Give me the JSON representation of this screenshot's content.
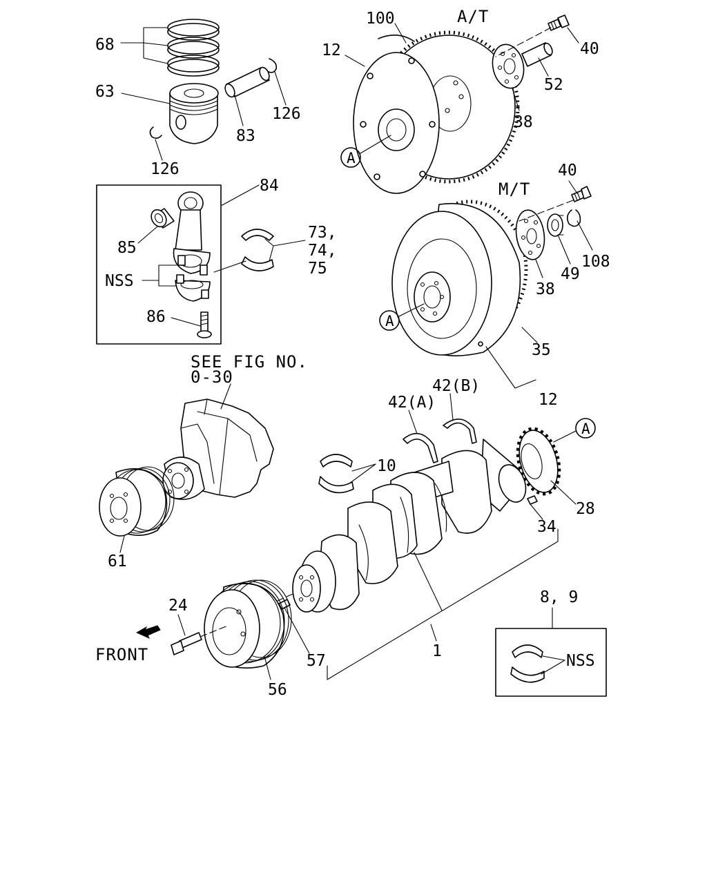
{
  "variants": {
    "at": "A/T",
    "mt": "M/T"
  },
  "see_fig": {
    "line1": "SEE FIG NO.",
    "line2": "0-30"
  },
  "front": "FRONT",
  "ref_mark": "A",
  "callouts": {
    "c68": "68",
    "c63": "63",
    "c83": "83",
    "c126a": "126",
    "c126b": "126",
    "c84": "84",
    "c85": "85",
    "c73": "73,",
    "c74": "74,",
    "c75": "75",
    "nss1": "NSS",
    "c86": "86",
    "c100": "100",
    "c12a": "12",
    "c40a": "40",
    "c52": "52",
    "c38a": "38",
    "c40b": "40",
    "c38b": "38",
    "c49": "49",
    "c108": "108",
    "c35": "35",
    "c12b": "12",
    "c42a": "42(A)",
    "c42b": "42(B)",
    "c10": "10",
    "c28": "28",
    "c34": "34",
    "c61": "61",
    "c1": "1",
    "c24": "24",
    "c57": "57",
    "c56": "56",
    "c89": "8, 9",
    "nss2": "NSS"
  },
  "colors": {
    "ink": "#000000",
    "paper": "#ffffff"
  }
}
